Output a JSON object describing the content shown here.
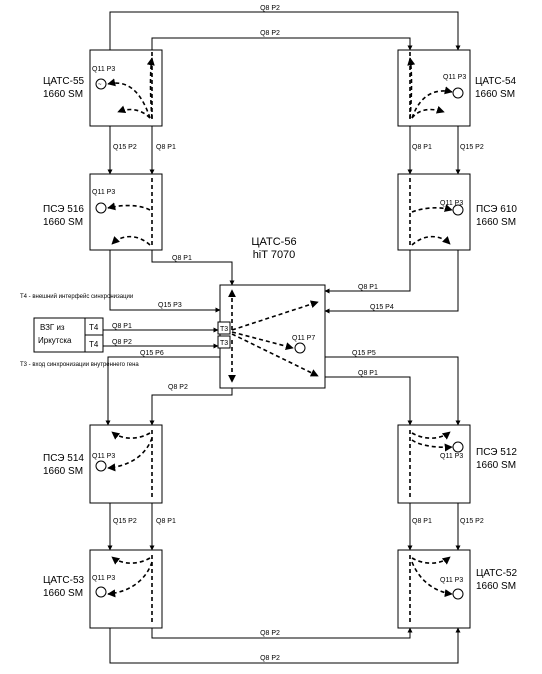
{
  "top_links": {
    "outer": "Q8 P2",
    "inner": "Q8 P2"
  },
  "bottom_links": {
    "outer": "Q8 P2",
    "inner": "Q8 P2"
  },
  "nodes": {
    "c55": {
      "name": "ЦАТС-55",
      "model": "1660 SM",
      "port": "Q11 P3"
    },
    "c54": {
      "name": "ЦАТС-54",
      "model": "1660 SM",
      "port": "Q11 P3"
    },
    "p516": {
      "name": "ПСЭ 516",
      "model": "1660 SM",
      "port": "Q11 P3"
    },
    "p610": {
      "name": "ПСЭ 610",
      "model": "1660 SM",
      "port": "Q11 P3"
    },
    "p514": {
      "name": "ПСЭ 514",
      "model": "1660 SM",
      "port": "Q11 P3"
    },
    "p512": {
      "name": "ПСЭ 512",
      "model": "1660 SM",
      "port": "Q11 P3"
    },
    "c53": {
      "name": "ЦАТС-53",
      "model": "1660 SM",
      "port": "Q11 P3"
    },
    "c52": {
      "name": "ЦАТС-52",
      "model": "1660 SM",
      "port": "Q11 P3"
    }
  },
  "center": {
    "name": "ЦАТС-56",
    "model": "hiT 7070",
    "port": "Q11 P7",
    "t3_top": "T3",
    "t3_bottom": "T3"
  },
  "vzg": {
    "line1": "ВЗГ из",
    "line2": "Иркутска",
    "t4_top": "T4",
    "t4_bottom": "T4"
  },
  "notes": {
    "t4": "T4 - внешний интерфейс синхронизации",
    "t3": "T3 - вход синхронизации внутреннего гена"
  },
  "link_labels": {
    "left_top_q15": "Q15 P2",
    "left_top_q8": "Q8 P1",
    "right_top_q8": "Q8 P1",
    "right_top_q15": "Q15 P2",
    "p516_center": "Q8 P1",
    "q15p3": "Q15 P3",
    "p610_center": "Q8 P1",
    "q15p4": "Q15 P4",
    "vzg_q8p1": "Q8 P1",
    "vzg_q8p2": "Q8 P2",
    "q15p6": "Q15 P6",
    "q15p5": "Q15 P5",
    "center_p514": "Q8 P2",
    "center_p512": "Q8 P1",
    "left_bot_q15": "Q15 P2",
    "left_bot_q8": "Q8 P1",
    "right_bot_q8": "Q8 P1",
    "right_bot_q15": "Q15 P2"
  }
}
